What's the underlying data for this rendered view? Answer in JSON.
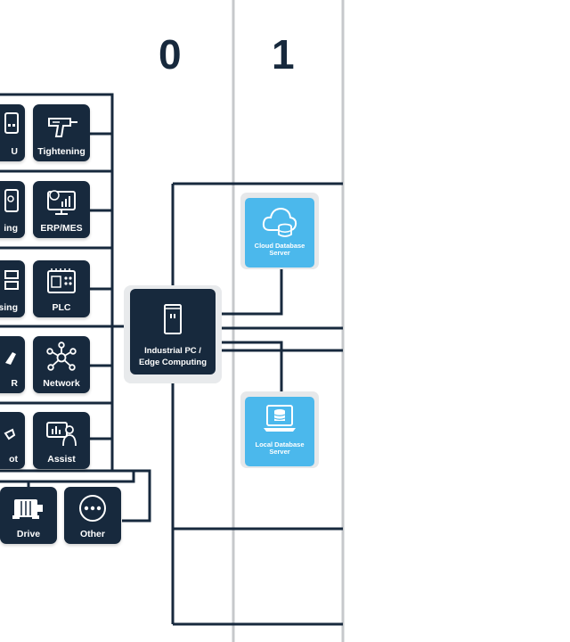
{
  "columns": [
    {
      "number": "0"
    },
    {
      "number": "1"
    }
  ],
  "devices": [
    {
      "label": "U",
      "icon": "display-icon"
    },
    {
      "label": "Tightening",
      "icon": "screwdriver-icon"
    },
    {
      "label": "ing",
      "icon": "machine-icon"
    },
    {
      "label": "ERP/MES",
      "icon": "monitor-chart-icon"
    },
    {
      "label": "sing",
      "icon": "rack-icon"
    },
    {
      "label": "PLC",
      "icon": "plc-icon"
    },
    {
      "label": "R",
      "icon": "laptop-icon"
    },
    {
      "label": "Network",
      "icon": "network-icon"
    },
    {
      "label": "ot",
      "icon": "robot-icon"
    },
    {
      "label": "Assist",
      "icon": "assist-icon"
    },
    {
      "label": "Drive",
      "icon": "motor-icon"
    },
    {
      "label": "Other",
      "icon": "ellipsis-icon"
    }
  ],
  "hub": {
    "label_line1": "Industrial PC /",
    "label_line2": "Edge Computing",
    "icon": "cabinet-icon"
  },
  "servers": [
    {
      "label_line1": "Cloud Database",
      "label_line2": "Server",
      "icon": "cloud-database-icon"
    },
    {
      "label_line1": "Local Database",
      "label_line2": "Server",
      "icon": "laptop-database-icon"
    }
  ],
  "colors": {
    "navy": "#17293d",
    "sky_blue": "#4bb8ec",
    "divider_gray": "#c6c8cb"
  }
}
